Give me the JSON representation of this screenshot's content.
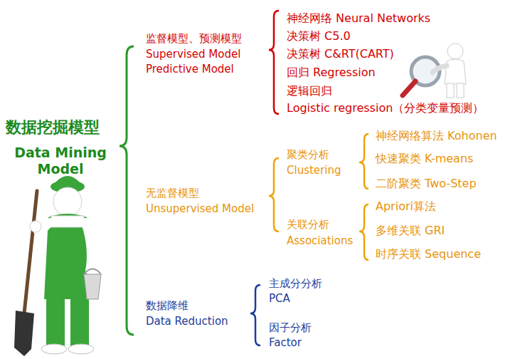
{
  "diagram": {
    "labels": [
      "数据挖掘模型",
      "Data Mining Model",
      "监督模型、预测模型",
      "Supervised Model",
      "Predictive Model",
      "神经网络 Neural Networks",
      "决策树 C5.0",
      "决策树 C&RT(CART)",
      "回归 Regression",
      "逻辑回归",
      "Logistic regression（分类变量预测）",
      "无监督模型",
      "Unsupervised Model",
      "聚类分析",
      "Clustering",
      "神经网络算法 Kohonen",
      "快速聚类 K-means",
      "二阶聚类 Two-Step",
      "关联分析",
      "Associations",
      "Apriori算法",
      "多维关联 GRI",
      "时序关联 Sequence",
      "数据降维",
      "Data Reduction",
      "主成分分析",
      "PCA",
      "因子分析",
      "Factor"
    ]
  }
}
